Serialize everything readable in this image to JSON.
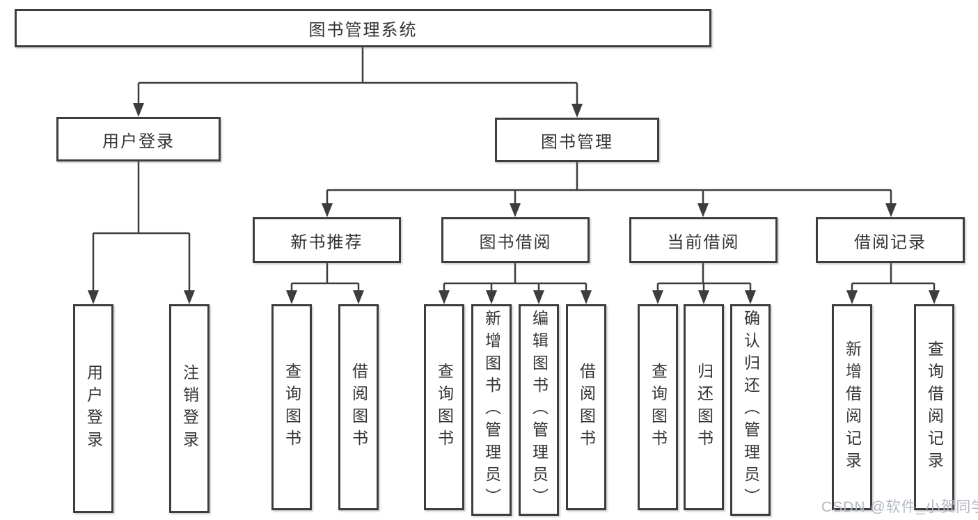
{
  "diagram_type": "tree",
  "tree": {
    "root": {
      "label": "图书管理系统",
      "children": [
        {
          "label": "用户登录",
          "children": [
            {
              "label": "用户登录"
            },
            {
              "label": "注销登录"
            }
          ]
        },
        {
          "label": "图书管理",
          "children": [
            {
              "label": "新书推荐",
              "children": [
                {
                  "label": "查询图书"
                },
                {
                  "label": "借阅图书"
                }
              ]
            },
            {
              "label": "图书借阅",
              "children": [
                {
                  "label": "查询图书"
                },
                {
                  "label": "新增图书（管理员）"
                },
                {
                  "label": "编辑图书（管理员）"
                },
                {
                  "label": "借阅图书"
                }
              ]
            },
            {
              "label": "当前借阅",
              "children": [
                {
                  "label": "查询图书"
                },
                {
                  "label": "归还图书"
                },
                {
                  "label": "确认归还（管理员）"
                }
              ]
            },
            {
              "label": "借阅记录",
              "children": [
                {
                  "label": "新增借阅记录"
                },
                {
                  "label": "查询借阅记录"
                }
              ]
            }
          ]
        }
      ]
    }
  },
  "watermark": {
    "text": "CSDN @软件_小贺同学"
  },
  "colors": {
    "line": "#3d3d40",
    "node_border": "#3d3d40",
    "node_fill": "#ffffff",
    "text": "#333436",
    "watermark": "#b3b7c0",
    "background": "#ffffff"
  }
}
